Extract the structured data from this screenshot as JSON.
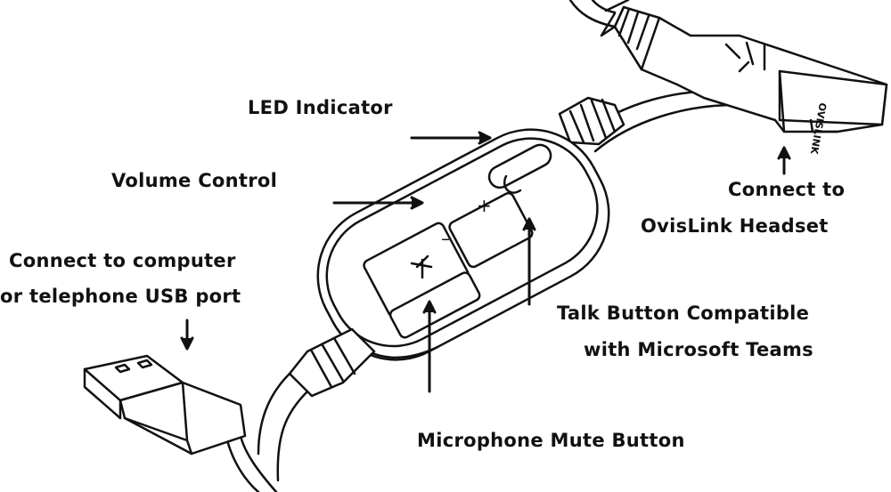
{
  "labels": {
    "led": "LED Indicator",
    "volume": "Volume  Control",
    "usb_line1": "Connect to computer",
    "usb_line2": "or telephone USB port",
    "headset_line1": "Connect to",
    "headset_line2": "OvisLink Headset",
    "talk_line1": "Talk Button Compatible",
    "talk_line2": "with Microsoft Teams",
    "mute": "Microphone Mute Button"
  },
  "connector_brand": "OVISLINK",
  "button_symbols": {
    "plus": "+",
    "minus": "–"
  }
}
